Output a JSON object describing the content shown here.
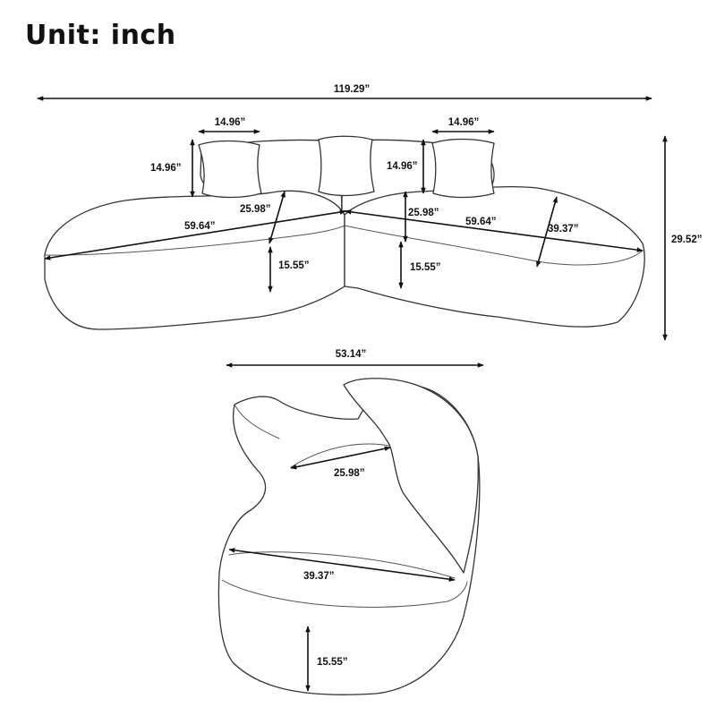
{
  "title": "Unit: inch",
  "labels": {
    "overall_width": "119.29”",
    "overall_depth": "29.52”",
    "pillow_left_width": "14.96”",
    "pillow_left_height": "14.96”",
    "pillow_right_width": "14.96”",
    "pillow_right_height": "14.96”",
    "left_seat_length": "59.64”",
    "left_back_height": "25.98”",
    "left_seat_height": "15.55”",
    "right_back_height": "25.98”",
    "right_seat_length": "59.64”",
    "right_seat_depth": "39.37”",
    "right_seat_height": "15.55”",
    "chaise_width": "53.14”",
    "chaise_back_height": "25.98”",
    "chaise_seat_depth": "39.37”",
    "chaise_seat_height": "15.55”"
  }
}
